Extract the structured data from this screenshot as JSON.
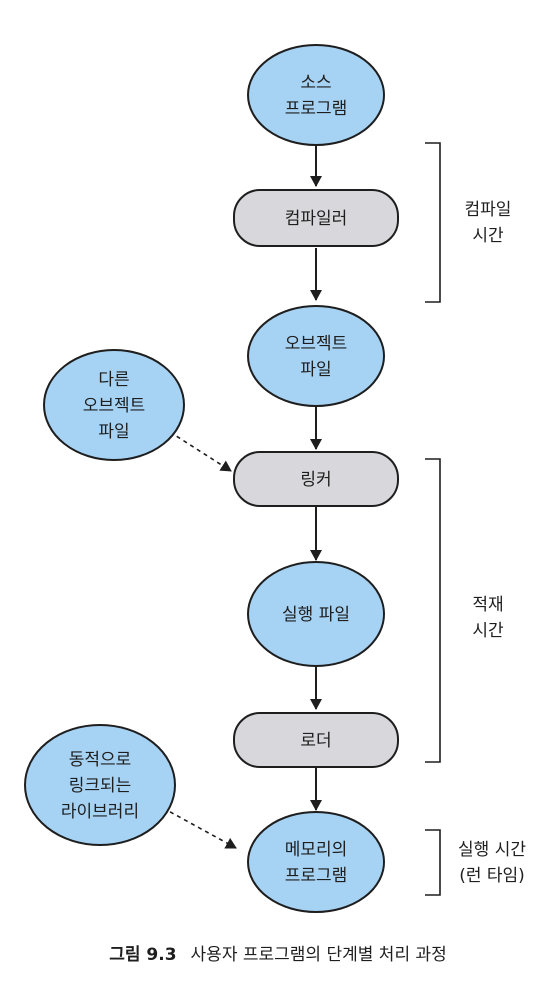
{
  "colors": {
    "ellipse_fill": "#a6d2f3",
    "box_fill": "#d7d7dc",
    "stroke": "#1e1e1e"
  },
  "nodes": {
    "source_program": [
      "소스",
      "프로그램"
    ],
    "compiler": [
      "컴파일러"
    ],
    "object_file": [
      "오브젝트",
      "파일"
    ],
    "other_object_file": [
      "다른",
      "오브젝트",
      "파일"
    ],
    "linker": [
      "링커"
    ],
    "executable_file": [
      "실행 파일"
    ],
    "loader": [
      "로더"
    ],
    "dynamic_libraries": [
      "동적으로",
      "링크되는",
      "라이브러리"
    ],
    "memory_program": [
      "메모리의",
      "프로그램"
    ]
  },
  "brackets": {
    "compile_time": [
      "컴파일",
      "시간"
    ],
    "load_time": [
      "적재",
      "시간"
    ],
    "run_time": [
      "실행 시간",
      "(런 타임)"
    ]
  },
  "caption": {
    "number": "그림 9.3",
    "text": "사용자 프로그램의 단계별 처리 과정"
  }
}
